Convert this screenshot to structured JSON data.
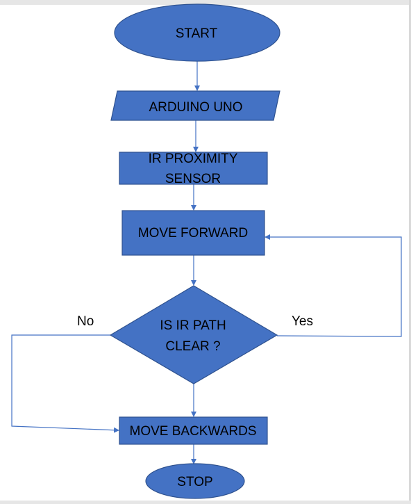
{
  "diagram": {
    "colors": {
      "shape_fill": "#4472C4",
      "shape_stroke": "#2F528F",
      "connector": "#4472C4",
      "text": "#000000"
    },
    "nodes": {
      "start": {
        "label": "START",
        "shape": "ellipse"
      },
      "arduino": {
        "label": "ARDUINO UNO",
        "shape": "parallelogram"
      },
      "ir_sensor": {
        "label_line1": "IR PROXIMITY",
        "label_line2": "SENSOR",
        "shape": "rectangle"
      },
      "move_forward": {
        "label": "MOVE FORWARD",
        "shape": "rectangle"
      },
      "decision": {
        "label_line1": "IS IR PATH",
        "label_line2": "CLEAR ?",
        "shape": "diamond"
      },
      "move_backwards": {
        "label": "MOVE BACKWARDS",
        "shape": "rectangle"
      },
      "stop": {
        "label": "STOP",
        "shape": "ellipse"
      }
    },
    "edges": {
      "yes_label": "Yes",
      "no_label": "No"
    }
  }
}
